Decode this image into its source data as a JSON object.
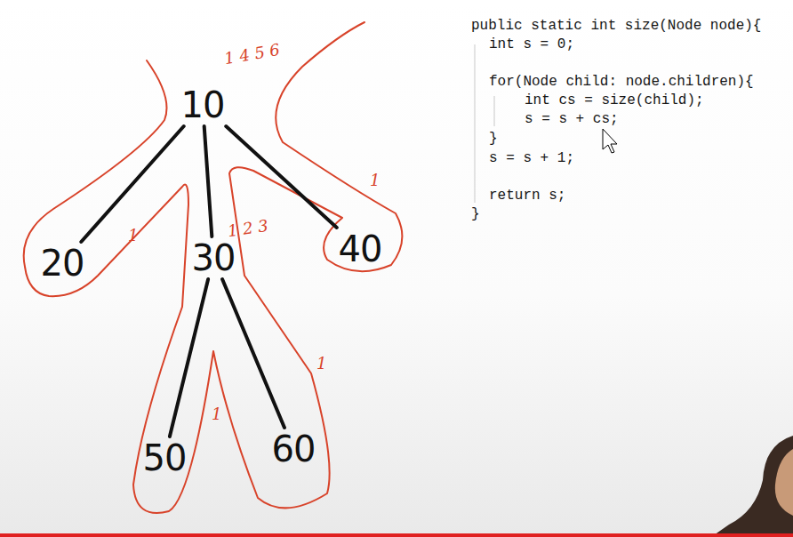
{
  "diagram": {
    "nodes": [
      {
        "text": [
          "10"
        ]
      },
      {
        "text": [
          "20"
        ]
      },
      {
        "text": [
          "30"
        ]
      },
      {
        "text": [
          "40"
        ]
      },
      {
        "text": [
          "50"
        ]
      },
      {
        "text": [
          "60"
        ]
      }
    ],
    "edges": [
      {
        "from": 0,
        "to": 1,
        "arrow": "none"
      },
      {
        "from": 0,
        "to": 2,
        "arrow": "none"
      },
      {
        "from": 0,
        "to": 3,
        "arrow": "none"
      },
      {
        "from": 2,
        "to": 4,
        "arrow": "none"
      },
      {
        "from": 2,
        "to": 5,
        "arrow": "none"
      }
    ],
    "labels": [
      "1 4 5 6",
      "1 2 3",
      "1",
      "1",
      "1",
      "1",
      "public static int size(Node node){",
      "int s = 0;",
      "for(Node child: node.children){",
      "int cs = size(child);",
      "s = s + cs;",
      "}",
      "s = s + 1;",
      "return s;",
      "}"
    ]
  }
}
